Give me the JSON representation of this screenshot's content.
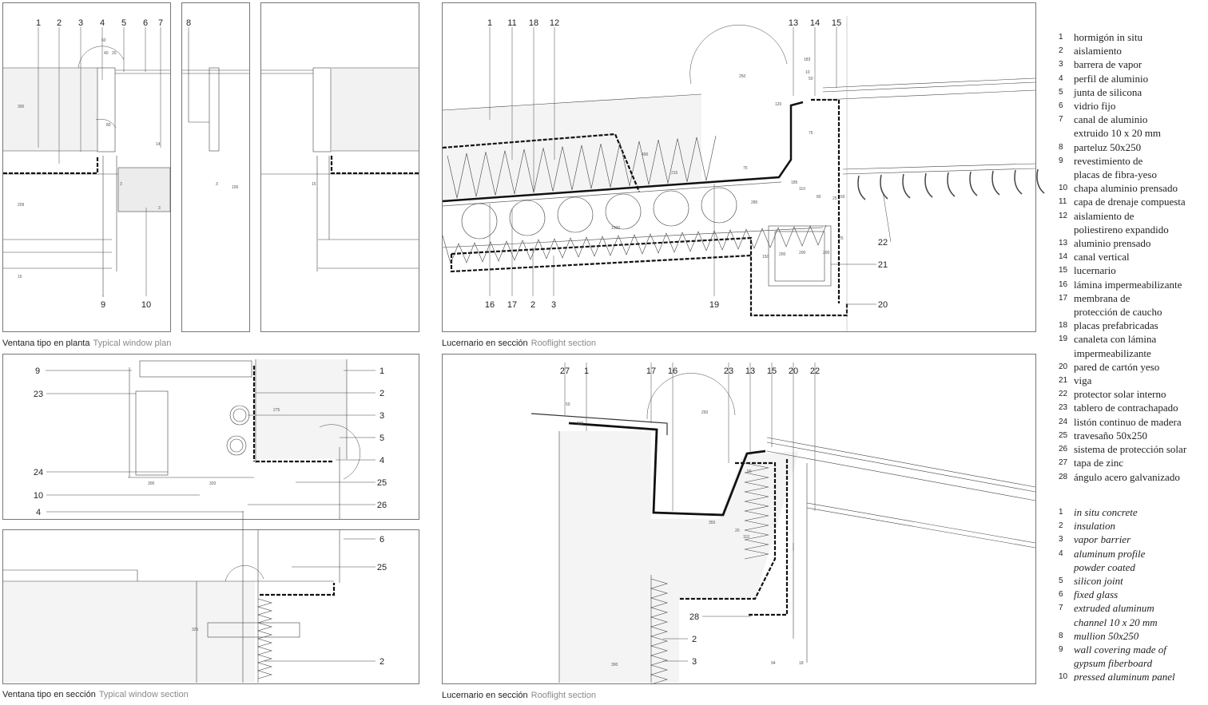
{
  "captions": {
    "plan": {
      "es": "Ventana tipo en planta",
      "en": "Typical window plan"
    },
    "window_section": {
      "es": "Ventana tipo en sección",
      "en": "Typical window section"
    },
    "rooflight_1": {
      "es": "Lucernario en sección",
      "en": "Rooflight section"
    },
    "rooflight_2": {
      "es": "Lucernario en sección",
      "en": "Rooflight section"
    }
  },
  "callouts": {
    "plan": [
      "1",
      "2",
      "3",
      "4",
      "5",
      "6",
      "7",
      "8",
      "9",
      "10"
    ],
    "rooflight_1": [
      "1",
      "11",
      "18",
      "12",
      "13",
      "14",
      "15",
      "22",
      "21",
      "20",
      "16",
      "17",
      "2",
      "3",
      "19"
    ],
    "window_section": [
      "9",
      "23",
      "24",
      "10",
      "4",
      "1",
      "2",
      "3",
      "5",
      "4",
      "25",
      "26",
      "6",
      "25",
      "2"
    ],
    "rooflight_2": [
      "27",
      "1",
      "17",
      "16",
      "23",
      "13",
      "15",
      "20",
      "22",
      "28",
      "2",
      "3"
    ]
  },
  "dimensions": [
    "60",
    "40",
    "20",
    "80",
    "300",
    "14",
    "3",
    "3",
    "15",
    "100",
    "209",
    "3",
    "15",
    "250",
    "183",
    "10",
    "50",
    "120",
    "75",
    "490",
    "215",
    "1000",
    "185",
    "280",
    "200",
    "110",
    "80",
    "25",
    "60",
    "150",
    "200",
    "75",
    "200",
    "75",
    "320",
    "300",
    "275",
    "50",
    "100",
    "250",
    "355",
    "20",
    "110",
    "50",
    "300",
    "94",
    "18",
    "325"
  ],
  "legend_es": [
    {
      "n": "1",
      "t": "hormigón in situ"
    },
    {
      "n": "2",
      "t": "aislamiento"
    },
    {
      "n": "3",
      "t": "barrera de vapor"
    },
    {
      "n": "4",
      "t": "perfil de aluminio"
    },
    {
      "n": "5",
      "t": "junta de silicona"
    },
    {
      "n": "6",
      "t": "vidrio fijo"
    },
    {
      "n": "7",
      "t": "canal de aluminio\nextruido 10 x 20 mm"
    },
    {
      "n": "8",
      "t": "parteluz 50x250"
    },
    {
      "n": "9",
      "t": "revestimiento de\nplacas de fibra-yeso"
    },
    {
      "n": "10",
      "t": "chapa aluminio prensado"
    },
    {
      "n": "11",
      "t": "capa de drenaje compuesta"
    },
    {
      "n": "12",
      "t": "aislamiento de\npoliestireno expandido"
    },
    {
      "n": "13",
      "t": "aluminio prensado"
    },
    {
      "n": "14",
      "t": "canal vertical"
    },
    {
      "n": "15",
      "t": "lucernario"
    },
    {
      "n": "16",
      "t": "lámina impermeabilizante"
    },
    {
      "n": "17",
      "t": "membrana de\nprotección de caucho"
    },
    {
      "n": "18",
      "t": "placas prefabricadas"
    },
    {
      "n": "19",
      "t": "canaleta con lámina\nimpermeabilizante"
    },
    {
      "n": "20",
      "t": "pared de cartón yeso"
    },
    {
      "n": "21",
      "t": "viga"
    },
    {
      "n": "22",
      "t": "protector solar interno"
    },
    {
      "n": "23",
      "t": "tablero de contrachapado"
    },
    {
      "n": "24",
      "t": "listón continuo de madera"
    },
    {
      "n": "25",
      "t": "travesaño 50x250"
    },
    {
      "n": "26",
      "t": "sistema de protección solar"
    },
    {
      "n": "27",
      "t": "tapa de zinc"
    },
    {
      "n": "28",
      "t": "ángulo acero galvanizado"
    }
  ],
  "legend_en": [
    {
      "n": "1",
      "t": "in situ concrete"
    },
    {
      "n": "2",
      "t": "insulation"
    },
    {
      "n": "3",
      "t": "vapor barrier"
    },
    {
      "n": "4",
      "t": "aluminum profile\npowder coated"
    },
    {
      "n": "5",
      "t": "silicon joint"
    },
    {
      "n": "6",
      "t": "fixed glass"
    },
    {
      "n": "7",
      "t": "extruded aluminum\nchannel 10 x 20 mm"
    },
    {
      "n": "8",
      "t": "mullion 50x250"
    },
    {
      "n": "9",
      "t": "wall covering made of\ngypsum fiberboard"
    },
    {
      "n": "10",
      "t": "pressed aluminum panel"
    }
  ]
}
